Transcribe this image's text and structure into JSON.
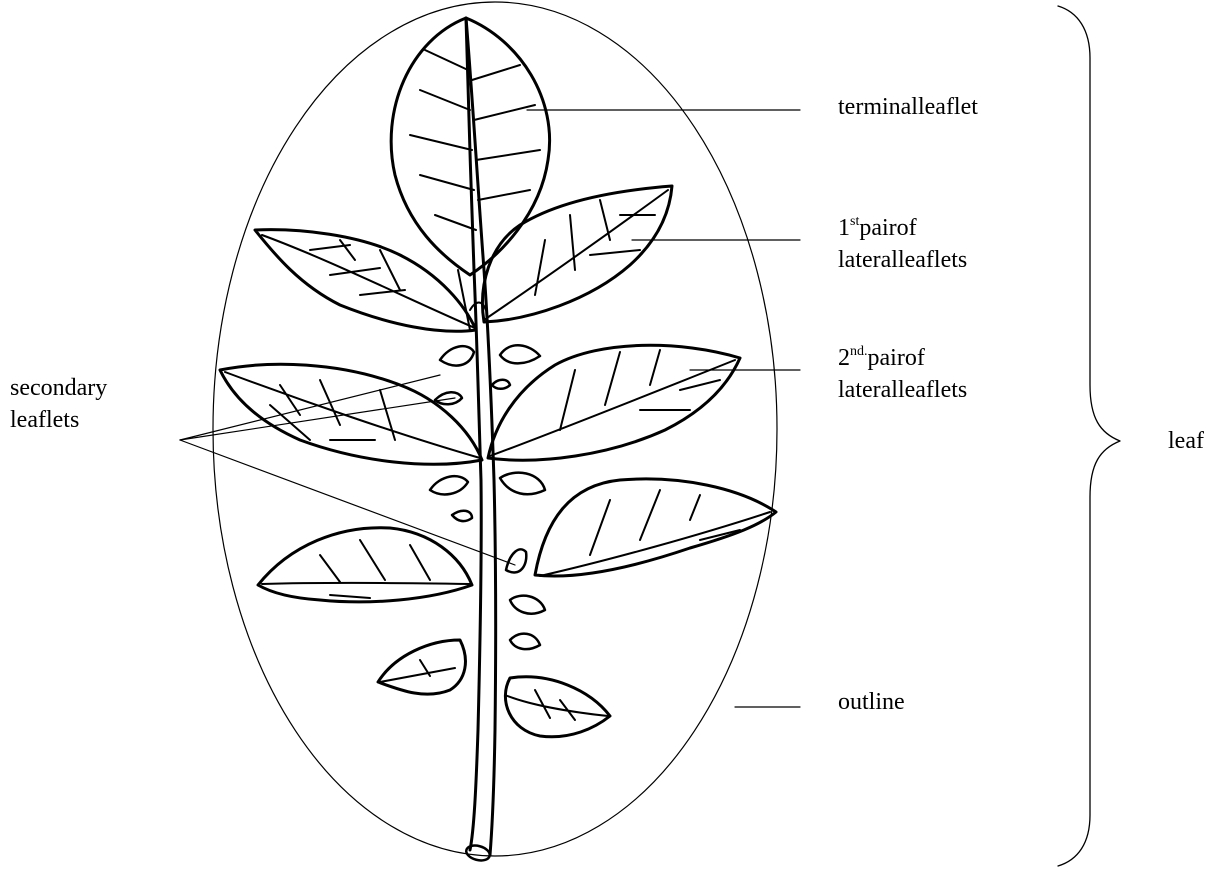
{
  "labels": {
    "terminal_leaflet": "terminalleaflet",
    "first_pair": {
      "number": "1",
      "superscript": "st",
      "line1": "pairof",
      "line2": "lateralleaflets"
    },
    "second_pair": {
      "number": "2",
      "superscript": "nd.",
      "line1": "pairof",
      "line2": "lateralleaflets"
    },
    "secondary_leaflets": {
      "line1": "secondary",
      "line2": "leaflets"
    },
    "outline": "outline",
    "leaf": "leaf"
  },
  "colors": {
    "ink": "#000000",
    "background": "#ffffff"
  }
}
